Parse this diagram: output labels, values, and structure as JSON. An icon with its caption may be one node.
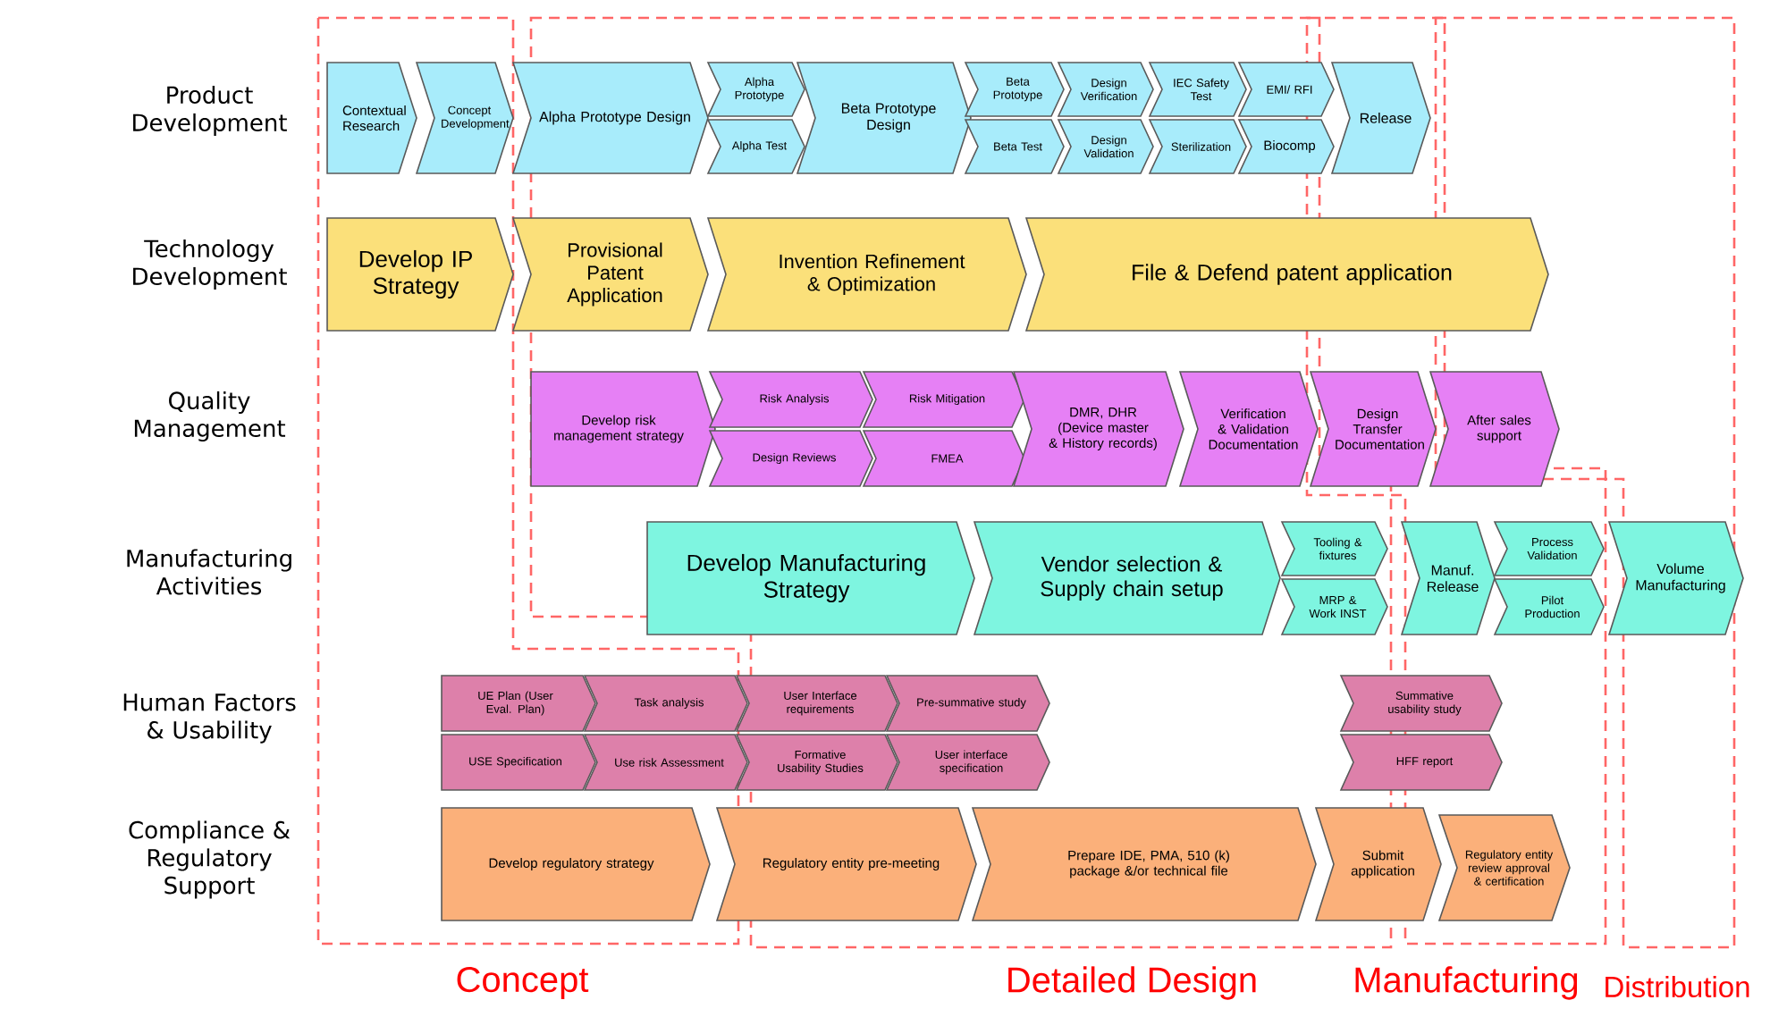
{
  "diagram": {
    "nodes": [
      {
        "text": [
          "Contextual Research"
        ]
      },
      {
        "text": [
          "Concept Development"
        ]
      },
      {
        "text": [
          "Alpha Prototype Design"
        ]
      },
      {
        "text": [
          "Alpha Prototype"
        ]
      },
      {
        "text": [
          "Alpha Test"
        ]
      },
      {
        "text": [
          "Beta Prototype Design"
        ]
      },
      {
        "text": [
          "Beta Prototype"
        ]
      },
      {
        "text": [
          "Beta Test"
        ]
      },
      {
        "text": [
          "Design Verification"
        ]
      },
      {
        "text": [
          "Design Validation"
        ]
      },
      {
        "text": [
          "IEC Safety Test"
        ]
      },
      {
        "text": [
          "Sterilization"
        ]
      },
      {
        "text": [
          "EMI/ RFI"
        ]
      },
      {
        "text": [
          "Biocomp"
        ]
      },
      {
        "text": [
          "Release"
        ]
      },
      {
        "text": [
          "Develop IP Strategy"
        ]
      },
      {
        "text": [
          "Provisional Patent Application"
        ]
      },
      {
        "text": [
          "Invention Refinement & Optimization"
        ]
      },
      {
        "text": [
          "File & Defend patent application"
        ]
      },
      {
        "text": [
          "Develop risk management strategy"
        ]
      },
      {
        "text": [
          "Risk Analysis"
        ]
      },
      {
        "text": [
          "Design Reviews"
        ]
      },
      {
        "text": [
          "Risk Mitigation"
        ]
      },
      {
        "text": [
          "FMEA"
        ]
      },
      {
        "text": [
          "DMR, DHR (Device master & History records)"
        ]
      },
      {
        "text": [
          "Verification & Validation Documentation"
        ]
      },
      {
        "text": [
          "Design Transfer Documentation"
        ]
      },
      {
        "text": [
          "After sales support"
        ]
      },
      {
        "text": [
          "Develop Manufacturing Strategy"
        ]
      },
      {
        "text": [
          "Vendor selection & Supply chain setup"
        ]
      },
      {
        "text": [
          "Tooling & fixtures"
        ]
      },
      {
        "text": [
          "MRP & Work INST"
        ]
      },
      {
        "text": [
          "Manuf. Release"
        ]
      },
      {
        "text": [
          "Process Validation"
        ]
      },
      {
        "text": [
          "Pilot Production"
        ]
      },
      {
        "text": [
          "Volume Manufacturing"
        ]
      },
      {
        "text": [
          "UE Plan (User Eval. Plan)"
        ]
      },
      {
        "text": [
          "USE Specification"
        ]
      },
      {
        "text": [
          "Task analysis"
        ]
      },
      {
        "text": [
          "Use risk Assessment"
        ]
      },
      {
        "text": [
          "User Interface requirements"
        ]
      },
      {
        "text": [
          "Formative Usability Studies"
        ]
      },
      {
        "text": [
          "Pre-summative study"
        ]
      },
      {
        "text": [
          "User interface specification"
        ]
      },
      {
        "text": [
          "Summative usability study"
        ]
      },
      {
        "text": [
          "HFF report"
        ]
      },
      {
        "text": [
          "Develop regulatory strategy"
        ]
      },
      {
        "text": [
          "Regulatory entity pre-meeting"
        ]
      },
      {
        "text": [
          "Prepare IDE, PMA, 510 (k) package &/or technical file"
        ]
      },
      {
        "text": [
          "Submit application"
        ]
      },
      {
        "text": [
          "Regulatory entity review approval & certification"
        ]
      }
    ],
    "labels": [
      "Product Development",
      "Technology Development",
      "Quality Management",
      "Manufacturing Activities",
      "Human Factors & Usability",
      "Compliance & Regulatory Support",
      "Concept",
      "Detailed Design",
      "Manufacturing",
      "Distribution"
    ]
  }
}
